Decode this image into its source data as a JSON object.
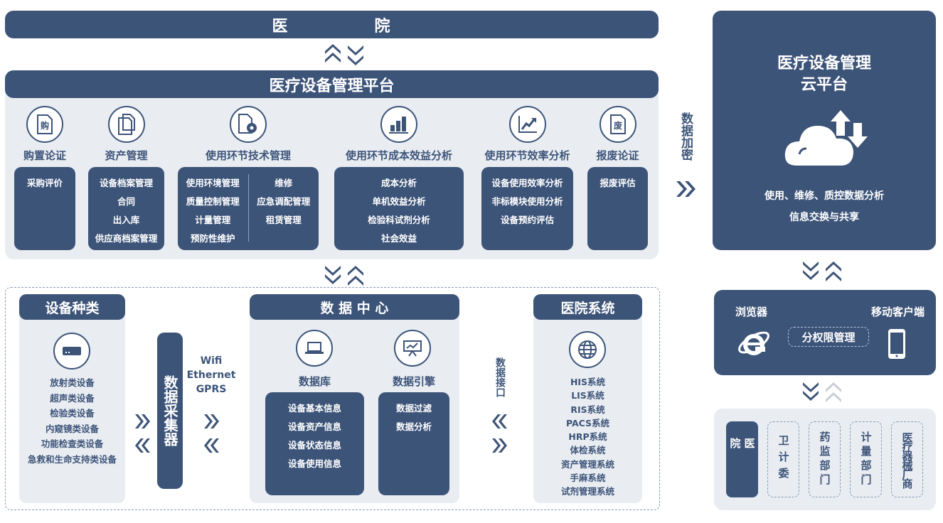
{
  "hospital_bar": "医　　　　　院",
  "platform": {
    "title": "医疗设备管理平台",
    "modules": [
      {
        "title": "购置论证",
        "icon": "purchase-doc-icon",
        "items": [
          "采购评价"
        ]
      },
      {
        "title": "资产管理",
        "icon": "documents-icon",
        "items": [
          "设备档案管理",
          "合同",
          "出入库",
          "供应商档案管理"
        ]
      },
      {
        "title": "使用环节技术管理",
        "icon": "doc-gear-icon",
        "items": [
          "使用环境管理",
          "质量控制管理",
          "计量管理",
          "预防性维护"
        ],
        "items2": [
          "维修",
          "应急调配管理",
          "租赁管理"
        ]
      },
      {
        "title": "使用环节成本效益分析",
        "icon": "bar-chart-icon",
        "items": [
          "成本分析",
          "单机效益分析",
          "检验科试剂分析",
          "社会效益"
        ]
      },
      {
        "title": "使用环节效率分析",
        "icon": "trend-chart-icon",
        "items": [
          "设备使用效率分析",
          "非标模块使用分析",
          "设备预约评估"
        ]
      },
      {
        "title": "报废论证",
        "icon": "scrap-doc-icon",
        "items": [
          "报废评估"
        ]
      }
    ],
    "icon_glyphs": {
      "purchase": "购",
      "scrap": "废"
    }
  },
  "encrypt_label": "数据加密",
  "cloud": {
    "title1": "医疗设备管理",
    "title2": "云平台",
    "line1": "使用、维修、质控数据分析",
    "line2": "信息交换与共享"
  },
  "device_types": {
    "title": "设备种类",
    "items": [
      "放射类设备",
      "超声类设备",
      "检验类设备",
      "内窥镜类设备",
      "功能检查类设备",
      "急救和生命支持类设备"
    ]
  },
  "collector": "数据采集器",
  "network": [
    "Wifi",
    "Ethernet",
    "GPRS"
  ],
  "data_center": {
    "title": "数 据 中 心",
    "db_label": "数据库",
    "db_items": [
      "设备基本信息",
      "设备资产信息",
      "设备状态信息",
      "设备使用信息"
    ],
    "engine_label": "数据引擎",
    "engine_items": [
      "数据过滤",
      "数据分析"
    ]
  },
  "interface_label": "数据接口",
  "hospital_systems": {
    "title": "医院系统",
    "items": [
      "HIS系统",
      "LIS系统",
      "RIS系统",
      "PACS系统",
      "HRP系统",
      "体检系统",
      "资产管理系统",
      "手麻系统",
      "试剂管理系统"
    ]
  },
  "clients": {
    "browser": "浏览器",
    "mobile": "移动客户端",
    "permission": "分权限管理"
  },
  "stakeholders": [
    {
      "label": "医院",
      "active": true
    },
    {
      "label": "卫计委"
    },
    {
      "label": "药监部门"
    },
    {
      "label": "计量部门"
    },
    {
      "label": "医疗器械厂商"
    }
  ],
  "colors": {
    "primary": "#3d5479",
    "panel": "#e9edf2"
  }
}
